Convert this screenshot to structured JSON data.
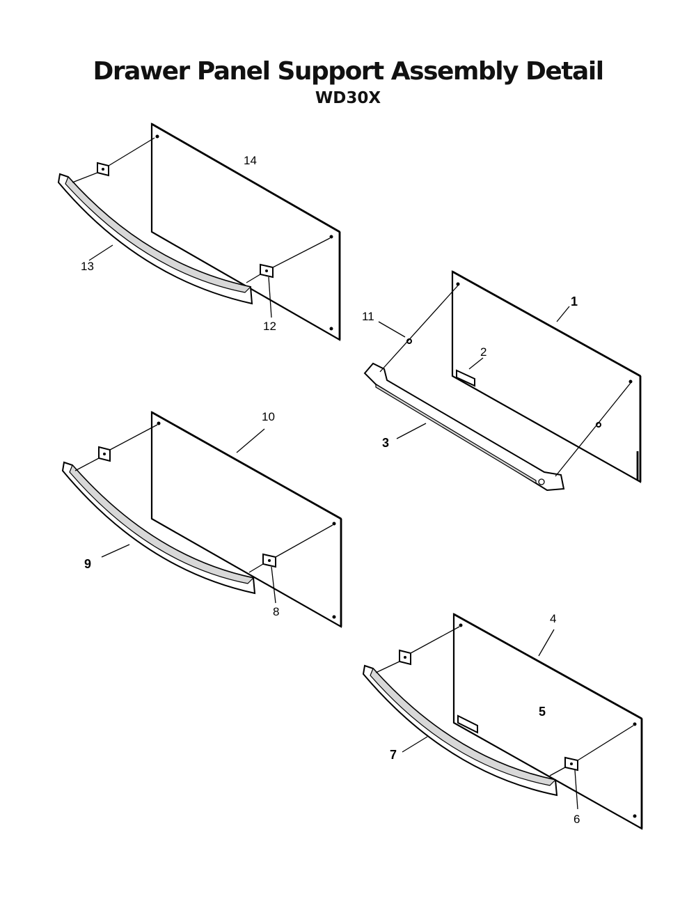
{
  "title": "Drawer Panel Support Assembly Detail",
  "model": "WD30X",
  "callouts": {
    "c1": "1",
    "c2": "2",
    "c3": "3",
    "c4": "4",
    "c5": "5",
    "c6": "6",
    "c7": "7",
    "c8": "8",
    "c9": "9",
    "c10": "10",
    "c11": "11",
    "c12": "12",
    "c13": "13",
    "c14": "14"
  }
}
